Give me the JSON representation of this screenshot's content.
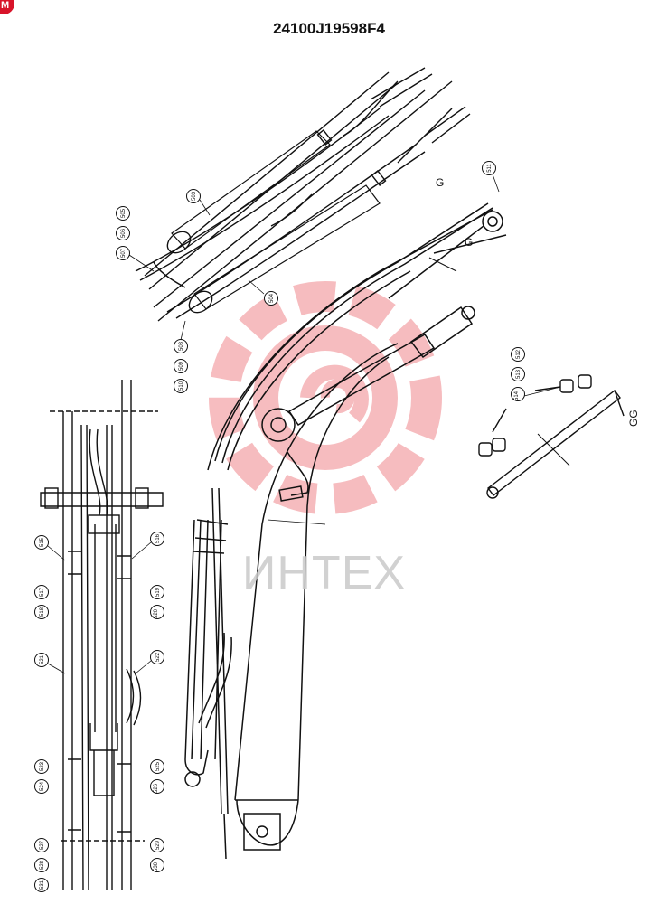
{
  "title": "24100J19598F4",
  "watermark": {
    "text": "ИНТЕХ",
    "logo_color": "#e8434a",
    "text_color": "#c9c9c9"
  },
  "corner_logo": {
    "color": "#d8142a"
  },
  "view_labels": {
    "g1": "G",
    "g2": "G",
    "gg": "GG"
  },
  "callouts": {
    "c503": "503",
    "c504": "504",
    "c505": "505",
    "c506": "506",
    "c507": "507",
    "c508": "508",
    "c509": "509",
    "c510": "510",
    "c511": "511",
    "c512": "512",
    "c513": "513",
    "c514": "514",
    "c515": "515",
    "c516": "516",
    "c517": "517",
    "c518": "518",
    "c519": "519",
    "c520": "520",
    "c521": "521",
    "c522": "522",
    "c523": "523",
    "c524": "524",
    "c525": "525",
    "c526": "526",
    "c527": "527",
    "c528": "528",
    "c529": "529",
    "c530": "530",
    "c531": "531"
  }
}
